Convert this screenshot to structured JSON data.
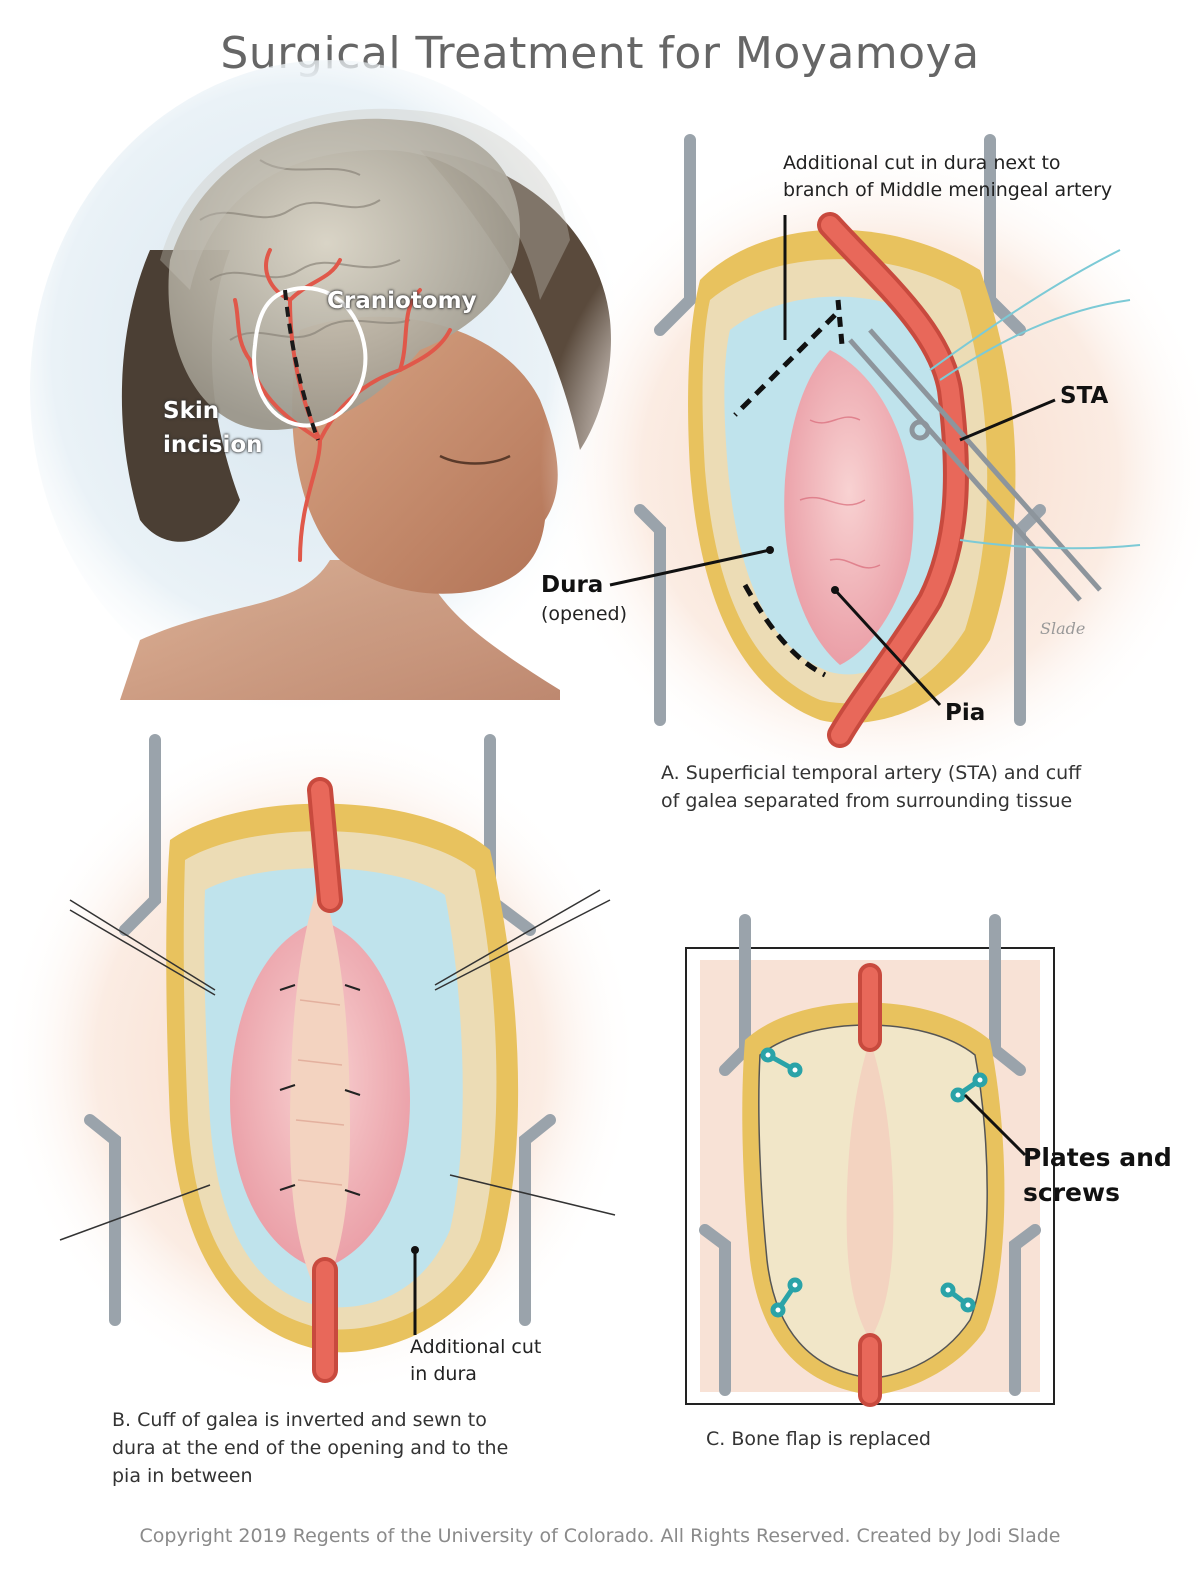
{
  "title": "Surgical Treatment for Moyamoya",
  "labels": {
    "craniotomy": "Craniotomy",
    "skin_incision_1": "Skin",
    "skin_incision_2": "incision",
    "additional_cut_mma_1": "Additional cut in dura next to",
    "additional_cut_mma_2": "branch of Middle meningeal artery",
    "sta": "STA",
    "dura": "Dura",
    "dura_sub": "(opened)",
    "pia": "Pia",
    "additional_cut_1": "Additional cut",
    "additional_cut_2": "in dura",
    "plates_1": "Plates and",
    "plates_2": "screws",
    "signature": "Slade"
  },
  "captions": {
    "a_1": "A. Superficial temporal artery (STA) and cuff",
    "a_2": "of galea separated from surrounding tissue",
    "b_1": "B. Cuff of galea is inverted and sewn to",
    "b_2": "dura at the end of the opening and to the",
    "b_3": "pia in between",
    "c": "C. Bone flap is replaced"
  },
  "copyright": "Copyright 2019 Regents of the University of Colorado. All Rights Reserved. Created by Jodi Slade",
  "colors": {
    "artery": "#e0584a",
    "dura": "#bfe3ec",
    "pia": "#f0b3b8",
    "bone": "#ecdcb5",
    "fat": "#e8c25e",
    "skin": "#f6dccd",
    "retractor": "#9aa3ab",
    "plate": "#2aa3a8"
  }
}
